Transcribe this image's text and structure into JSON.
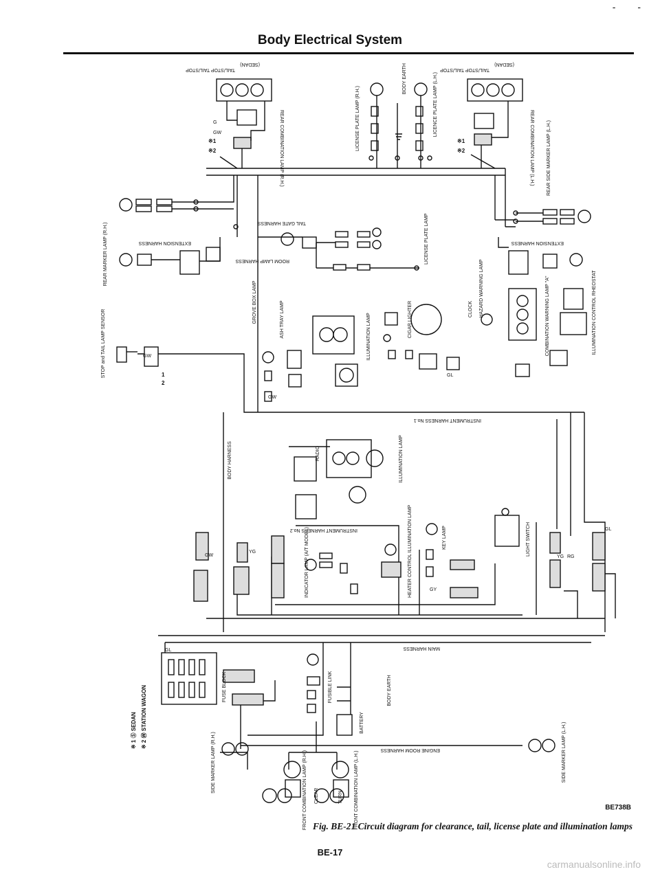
{
  "header": {
    "title": "Body Electrical System",
    "corner_mark": "- -"
  },
  "labels": {
    "tail_stop_top": "TAIL/STOP TAIL/STOP",
    "sedan_top": "(SEDAN)",
    "rear_comb_rh": "REAR COMBINATION LAMP (R.H.)",
    "rear_comb_lh": "REAR COMBINATION LAMP (L.H.)",
    "license_plate_rh": "LICENSE PLATE LAMP (R.H.)",
    "license_plate_lh": "LICENCE PLATE LAMP (L.H.)",
    "body_earth_top": "BODY EARTH",
    "rear_marker_rh": "REAR MARKER LAMP (R.H.)",
    "rear_side_marker_lh": "REAR SIDE MARKER LAMP (L.H.)",
    "extension_harness_l": "EXTENSION HARNESS",
    "extension_harness_r": "EXTENSION HARNESS",
    "tail_gate_harness": "TAIL GATE HARNESS",
    "room_lamp_harness": "ROOM LAMP HARNESS",
    "license_plate_lamp": "LICENSE PLATE LAMP",
    "stop_tail_sensor": "STOP and TAIL LAMP SENSOR",
    "glove_box_lamp": "GROVE BOX LAMP",
    "ash_tray_lamp": "ASH TRAY LAMP",
    "illumination_lamp_1": "ILLUMINATION LAMP",
    "cigar_lighter": "CIGAR LIGHTER",
    "clock": "CLOCK",
    "hazard_warning": "HAZARD WARNING LAMP",
    "comb_warning_lamp": "COMBINATION WARNING LAMP \"A\"",
    "illum_control_rheostat": "ILLUMINATION CONTROL RHEOSTAT",
    "instrument_harness_1": "INSTRUMENT HARNESS No.1",
    "body_harness": "BODY HARNESS",
    "radio": "RADIO",
    "illumination_lamp_2": "ILLUMINATION LAMP",
    "instrument_harness_2": "INSTRUMENT HARNESS No.2",
    "indicator_lamp": "INDICATOR LAMP (A/T MODEL)",
    "heater_control": "HEATER CONTROL ILLUMINATION LAMP",
    "key_lamp": "KEY LAMP",
    "light_switch": "LIGHT SWITCH",
    "main_harness": "MAIN HARNESS",
    "fuse_block": "FUSE BLOCK",
    "fusible_link": "FUSIBLE LINK",
    "battery": "BATTERY",
    "body_earth_bottom": "BODY EARTH",
    "engine_room_harness": "ENGINE ROOM HARNESS",
    "side_marker_rh": "SIDE MARKER LAMP (R.H.)",
    "side_marker_lh": "SIDE MARKER LAMP (L.H.)",
    "front_comb_rh": "FRONT COMBINATION LAMP (R.H.)",
    "front_comb_lh": "FRONT COMBINATION LAMP (L.H.)",
    "clear": "CLEAR",
    "turn": "TURN",
    "note_1": "※ 1 Ⓢ SEDAN",
    "note_2": "※ 2 Ⓦ STATION WAGON",
    "wire_gw": "GW",
    "wire_g": "G",
    "wire_yg": "YG",
    "wire_gl": "GL",
    "wire_rg": "RG",
    "wire_gy": "GY",
    "star_1": "※1",
    "star_2": "※2",
    "num_1": "1",
    "num_2": "2"
  },
  "figure": {
    "code": "BE738B",
    "caption": "Fig. BE-21 Circuit diagram for clearance, tail, license plate and illumination lamps",
    "page": "BE-17"
  },
  "footer": {
    "watermark": "carmanualsonline.info"
  }
}
